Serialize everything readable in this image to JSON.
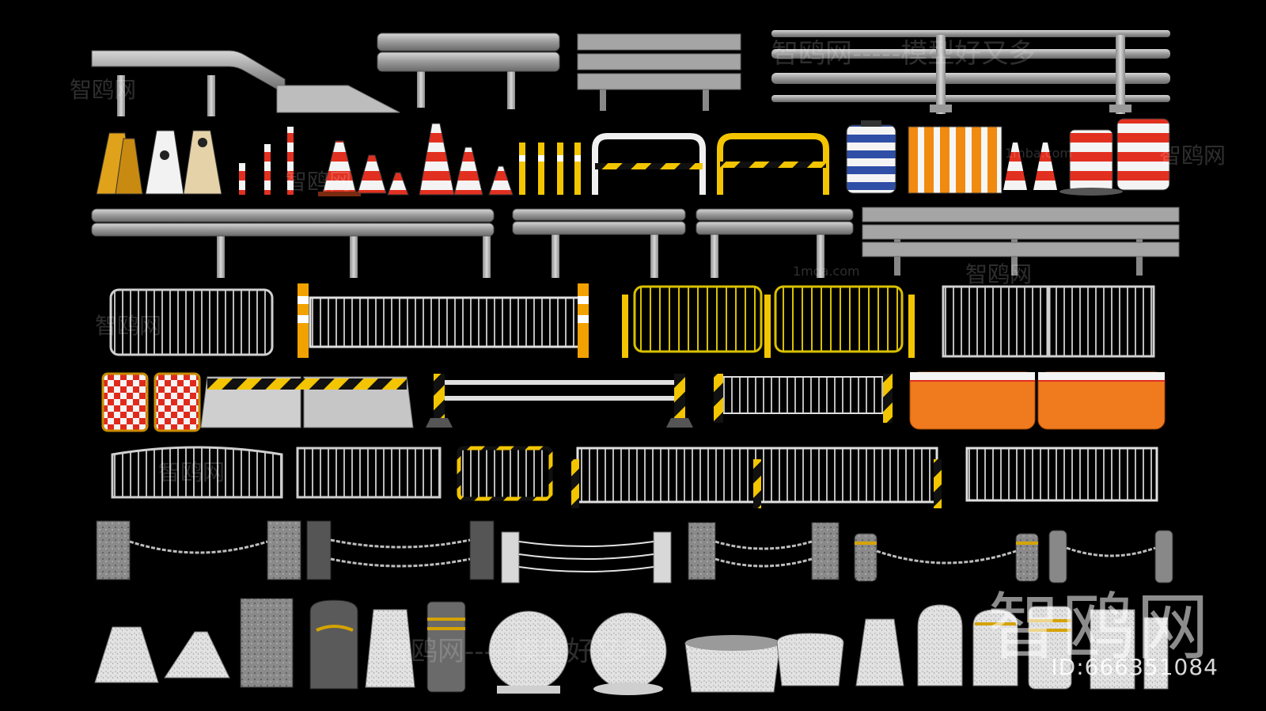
{
  "watermarks": {
    "brand": "智鸥网",
    "slogan": "智鸥网-----模型好又多",
    "site": "1mba.com",
    "site2": "1moa.com",
    "id_text": "ID:666351084"
  },
  "colors": {
    "background": "#000000",
    "steel": "#a8a8a8",
    "steel_dark": "#6e6e6e",
    "yellow": "#f2c500",
    "red": "#d8201a",
    "orange": "#f07a1e",
    "white": "#f0f0f0",
    "concrete": "#c9c9c9",
    "granite": "#7a7a7a"
  },
  "icons": [
    "guardrail-icon",
    "traffic-cone-icon",
    "warning-sign-icon",
    "bollard-icon",
    "barrier-fence-icon",
    "chain-post-icon",
    "stone-ball-icon"
  ]
}
